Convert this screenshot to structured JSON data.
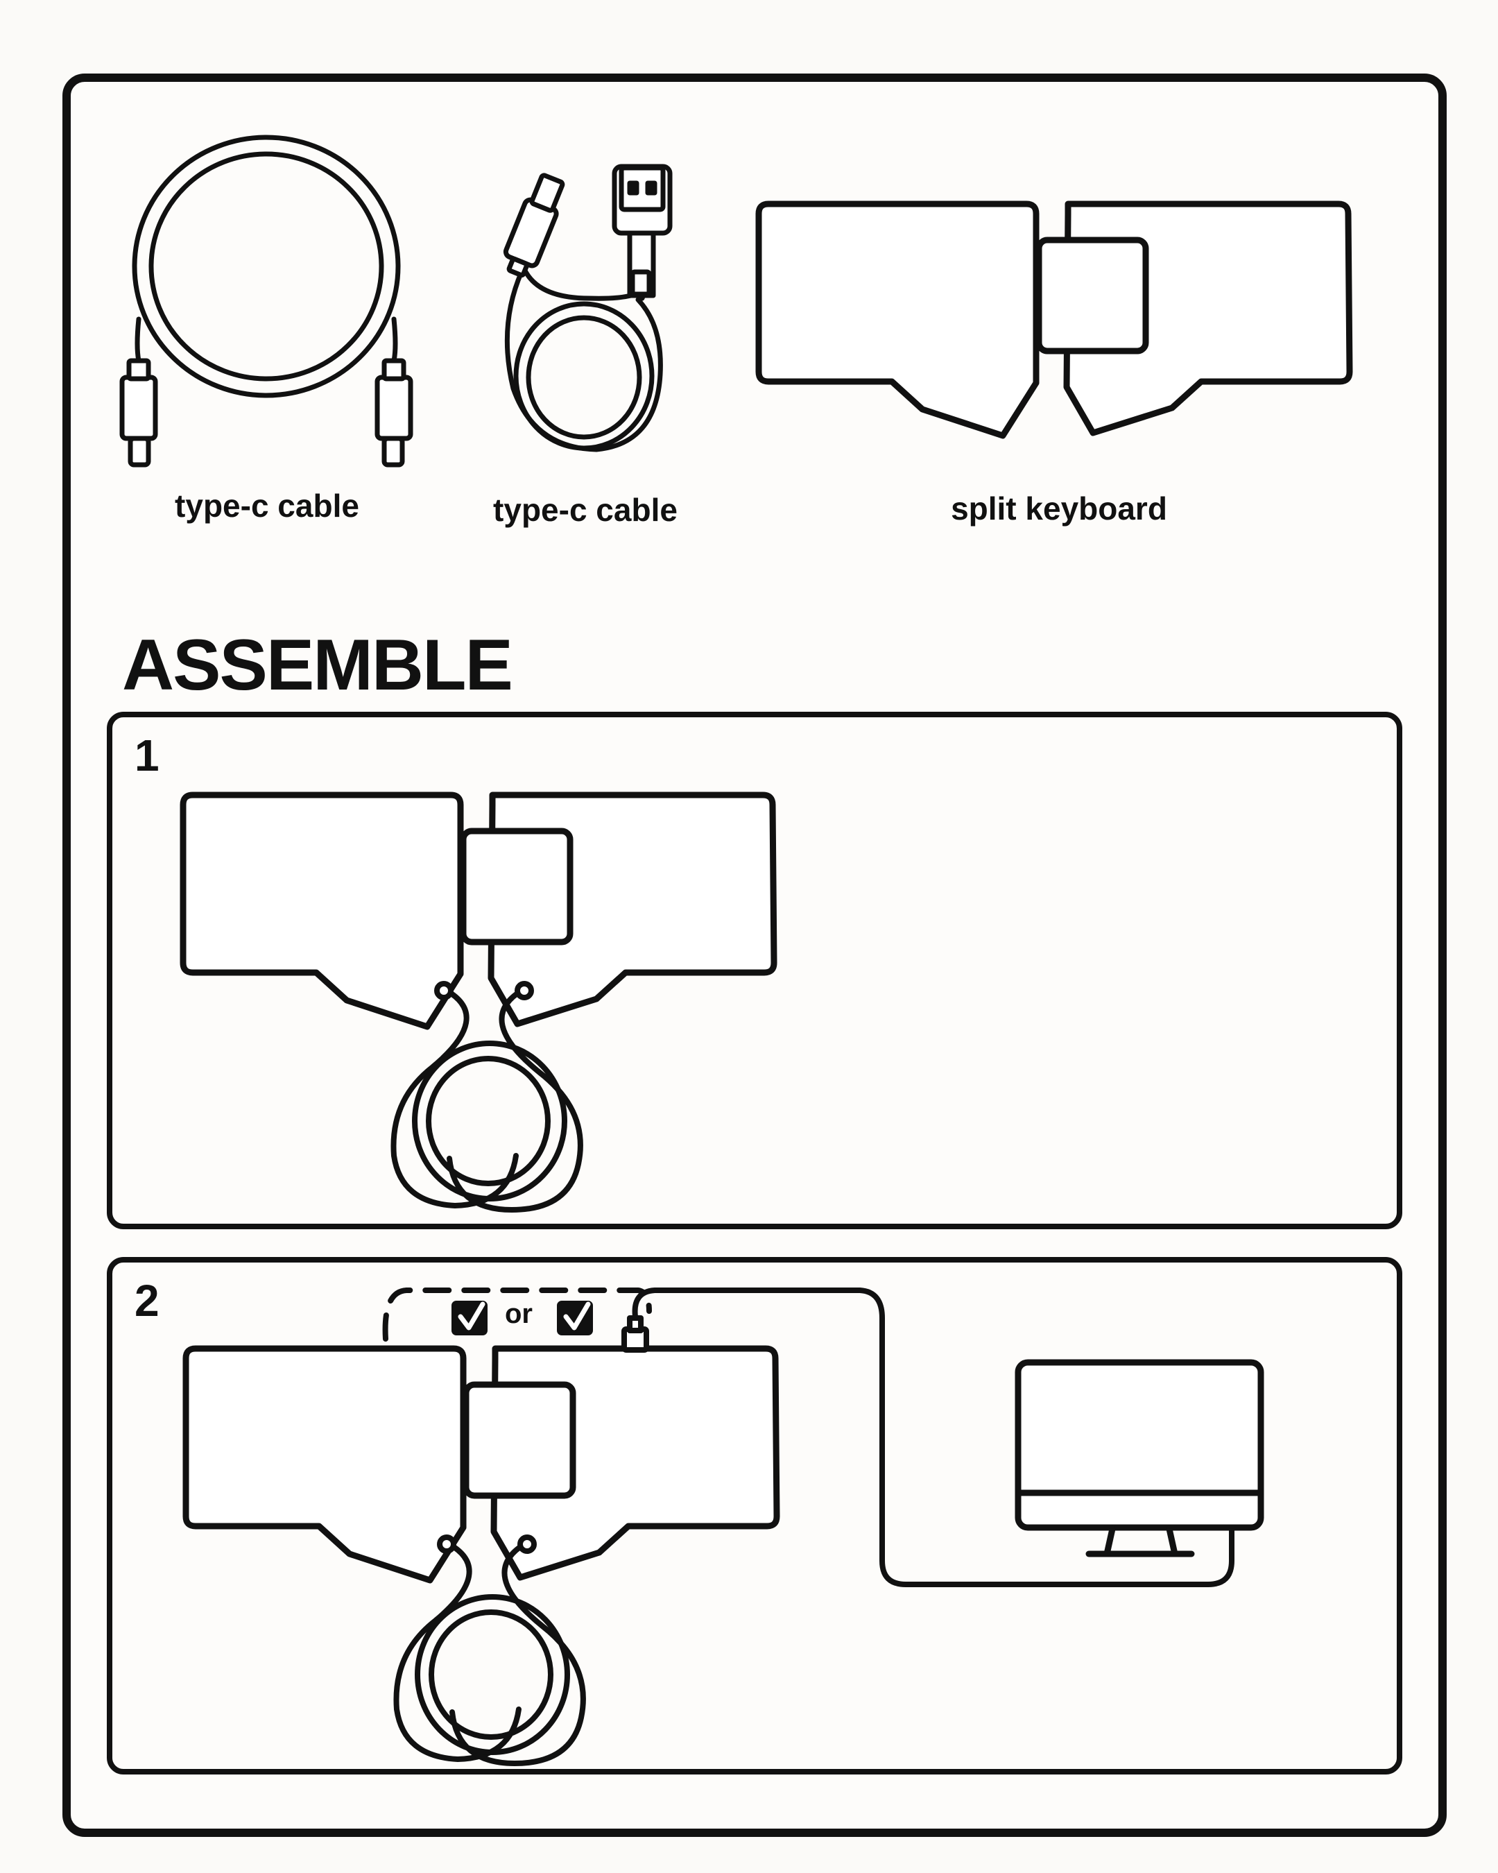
{
  "parts": [
    {
      "id": "cable-1",
      "label": "type-c cable"
    },
    {
      "id": "cable-2",
      "label": "type-c cable"
    },
    {
      "id": "keyboard",
      "label": "split keyboard"
    }
  ],
  "section_title": "ASSEMBLE",
  "steps": [
    {
      "number": "1"
    },
    {
      "number": "2",
      "option_separator": "or"
    }
  ]
}
